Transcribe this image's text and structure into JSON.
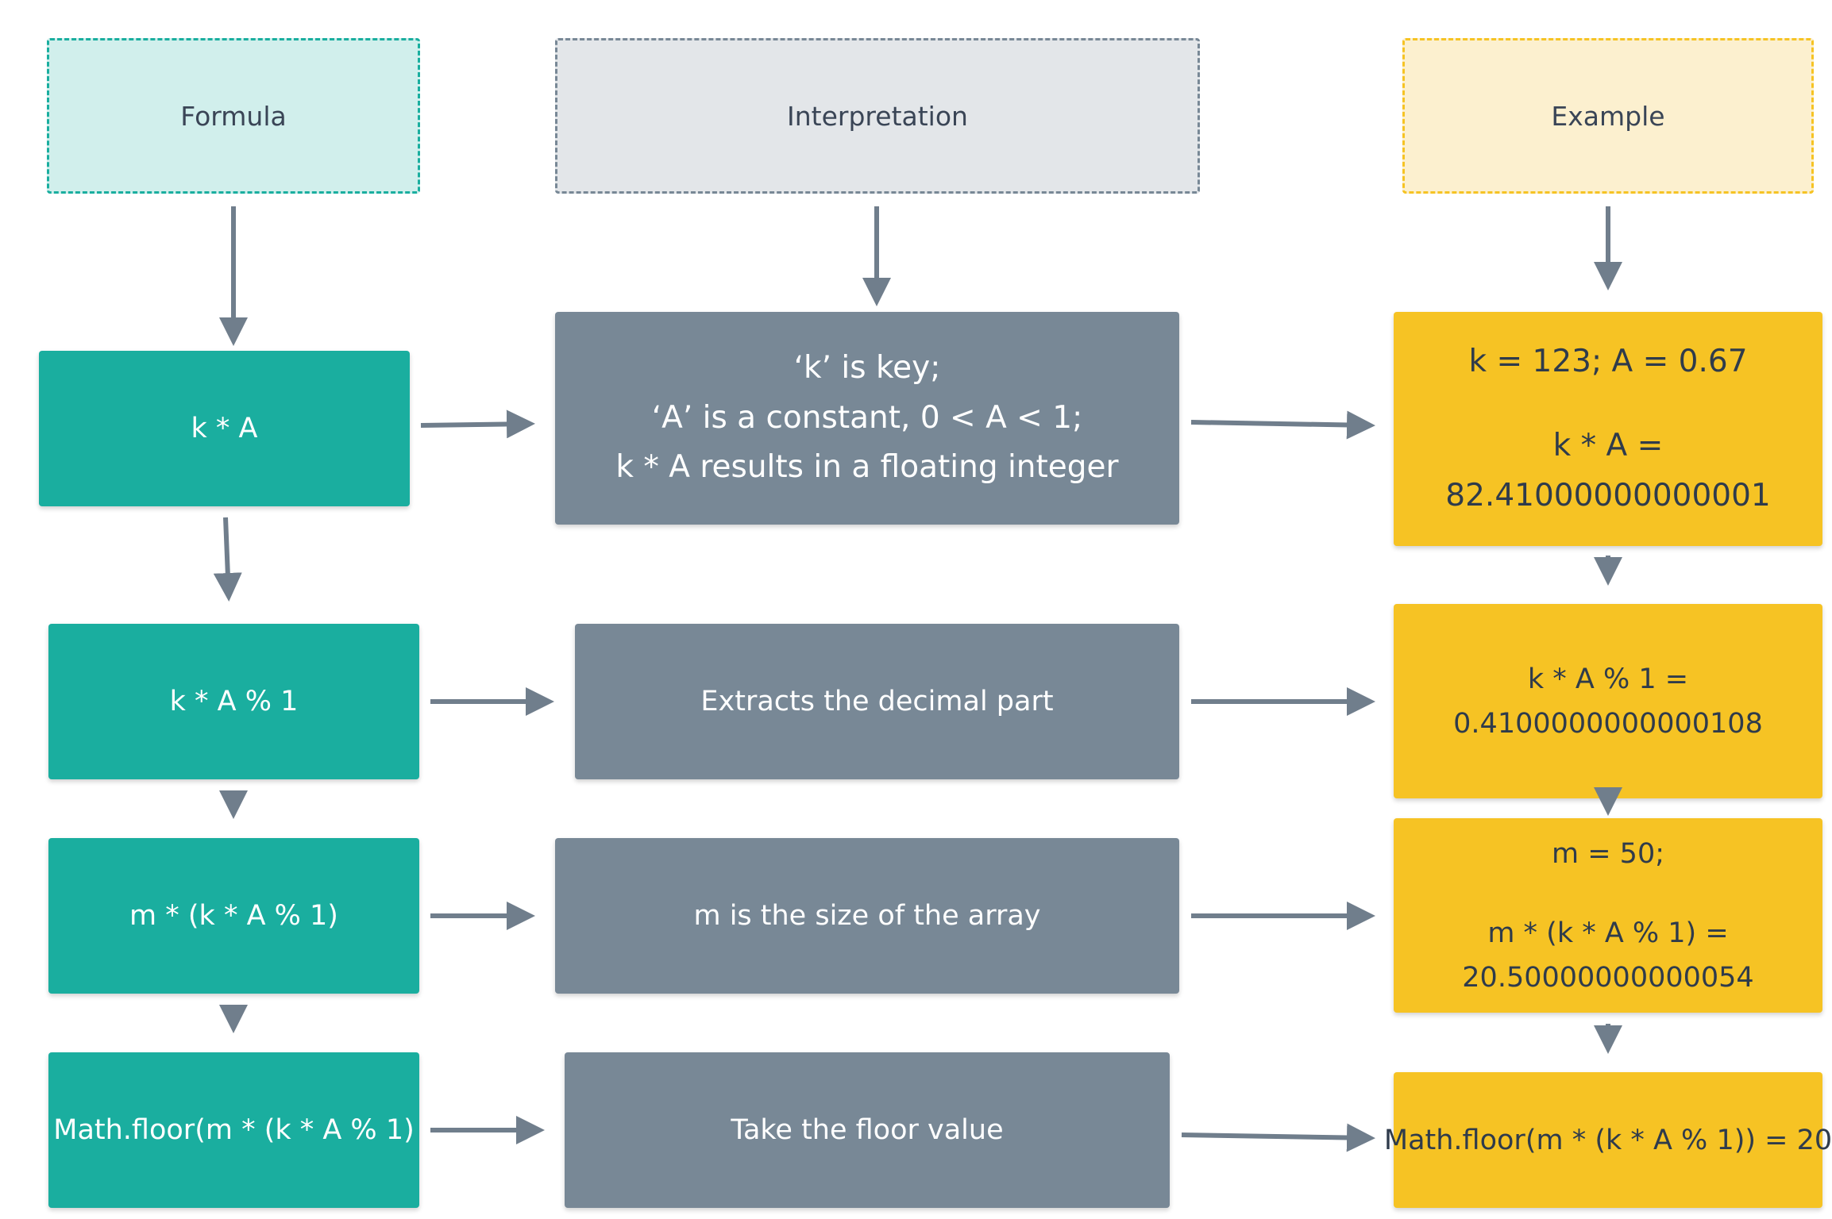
{
  "headers": {
    "formula": "Formula",
    "interpretation": "Interpretation",
    "example": "Example"
  },
  "formula": {
    "f1": "k * A",
    "f2": "k * A % 1",
    "f3": "m * (k * A % 1)",
    "f4": "Math.floor(m * (k * A % 1)"
  },
  "interpretation": {
    "i1": [
      "‘k’ is key;",
      "‘A’ is a constant, 0 < A < 1;",
      "k * A results in a floating integer"
    ],
    "i2": "Extracts the decimal part",
    "i3": "m is the size of the array",
    "i4": "Take the floor value"
  },
  "example": {
    "e1": {
      "a": "k = 123; A = 0.67",
      "b": "k * A =",
      "c": "82.41000000000001"
    },
    "e2": {
      "a": "k * A % 1 =",
      "b": "0.4100000000000108"
    },
    "e3": {
      "a": "m = 50;",
      "b": "m * (k * A % 1) =",
      "c": "20.50000000000054"
    },
    "e4": "Math.floor(m * (k * A % 1)) = 20"
  },
  "colors": {
    "formula": "#1aae9f",
    "interpretation": "#788896",
    "example": "#f6c324",
    "arrow": "#707e8c"
  }
}
